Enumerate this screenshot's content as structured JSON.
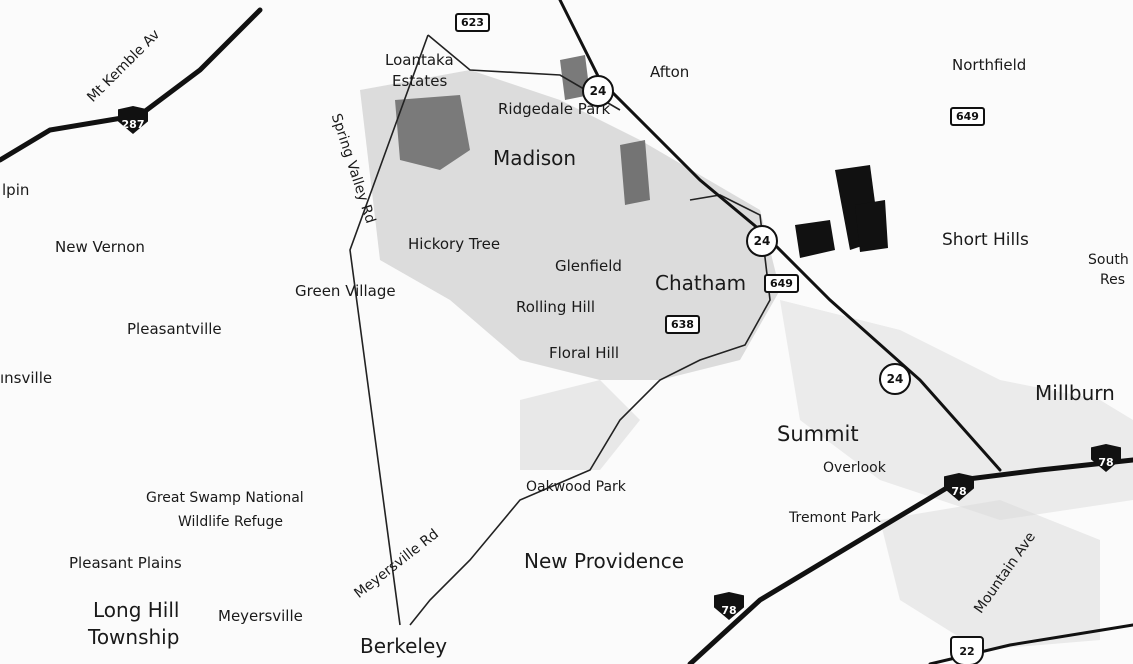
{
  "places": {
    "northfield": "Northfield",
    "afton": "Afton",
    "loantaka": "Loantaka",
    "estates": "Estates",
    "ridgedale_park": "Ridgedale Park",
    "madison": "Madison",
    "lpin": "lpin",
    "new_vernon": "New Vernon",
    "hickory_tree": "Hickory Tree",
    "glenfield": "Glenfield",
    "chatham": "Chatham",
    "short_hills": "Short Hills",
    "south_1": "South",
    "south_2": "Res",
    "green_village": "Green Village",
    "rolling_hill": "Rolling Hill",
    "pleasantville": "Pleasantville",
    "floral_hill": "Floral Hill",
    "insville": "ınsville",
    "millburn": "Millburn",
    "summit": "Summit",
    "overlook": "Overlook",
    "great_swamp_1": "Great Swamp National",
    "great_swamp_2": "Wildlife Refuge",
    "oakwood_park": "Oakwood Park",
    "tremont_park": "Tremont Park",
    "pleasant_plains": "Pleasant Plains",
    "new_providence": "New Providence",
    "long_hill_1": "Long Hill",
    "long_hill_2": "Township",
    "meyersville": "Meyersville",
    "berkeley": "Berkeley"
  },
  "roads": {
    "mt_kemble": "Mt Kemble Av",
    "spring_valley": "Spring Valley Rd",
    "meyersville_rd": "Meyersville Rd",
    "mountain_ave": "Mountain Ave"
  },
  "shields": {
    "r623": "623",
    "r24_top": "24",
    "r649_top": "649",
    "i287": "287",
    "r24_mid": "24",
    "r649_mid": "649",
    "r638": "638",
    "r24_right": "24",
    "i78_right": "78",
    "i78_mid": "78",
    "i78_bottom": "78",
    "us22": "22"
  }
}
